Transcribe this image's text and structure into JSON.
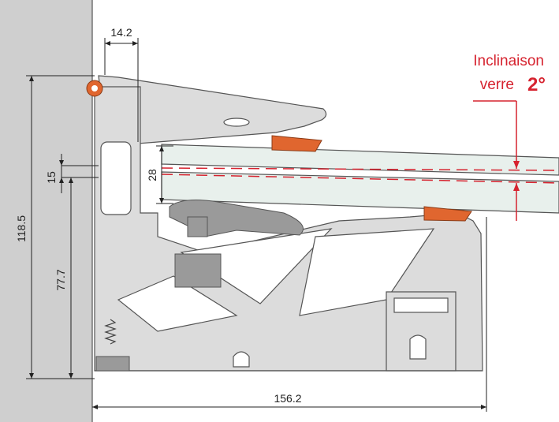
{
  "dimensions": {
    "top_width": "14.2",
    "glass_thickness": "28",
    "small_offset": "15",
    "total_height": "118.5",
    "lower_height": "77.7",
    "total_width": "156.2"
  },
  "annotation": {
    "line1": "Inclinaison",
    "line2": "verre",
    "angle": "2°"
  },
  "colors": {
    "wall": "#cfcfcf",
    "aluminium": "#dcdcdc",
    "accent": "#d6232f",
    "gasket": "#e0662f",
    "glass": "#e8f0ec"
  }
}
